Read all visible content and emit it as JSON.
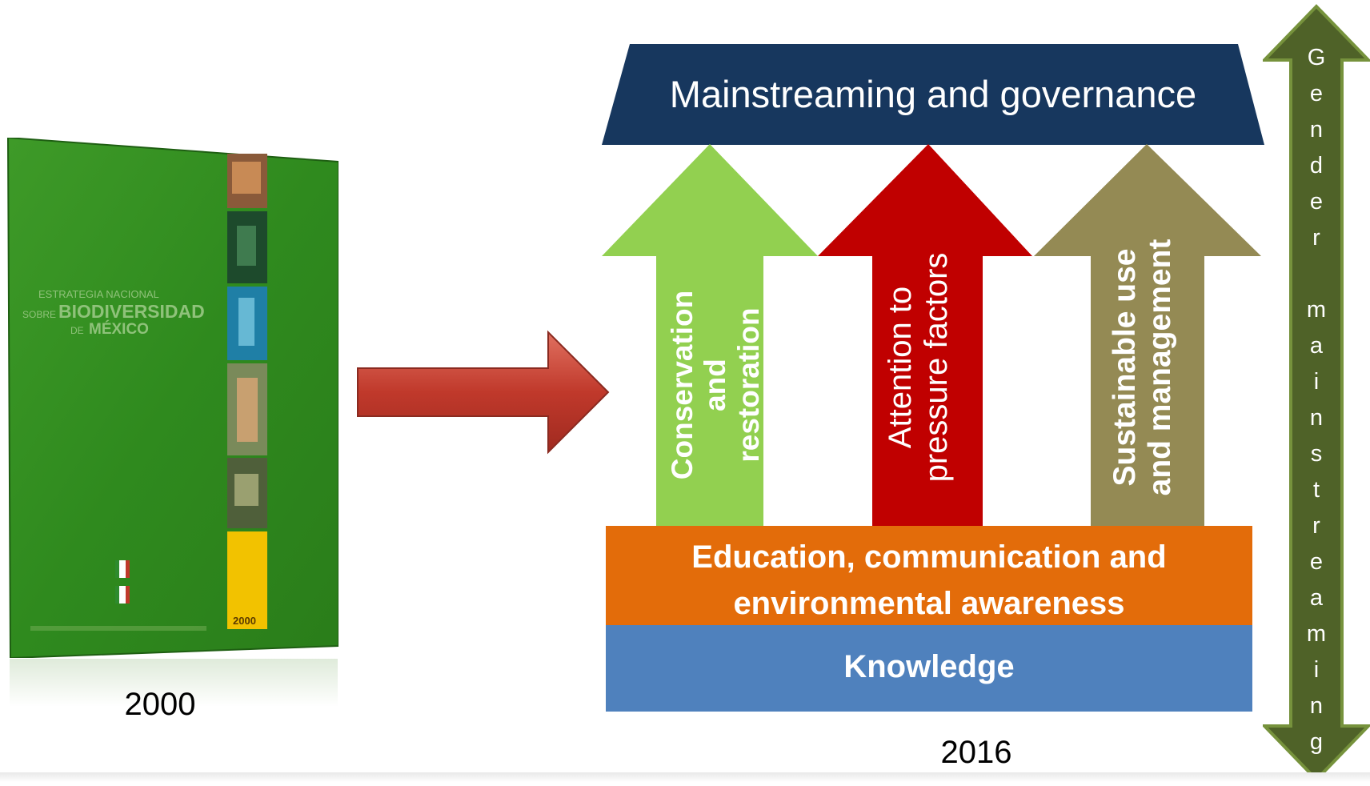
{
  "cover": {
    "title_line1": "ESTRATEGIA NACIONAL",
    "title_line2_prefix": "SOBRE",
    "title_line2": "BIODIVERSIDAD",
    "title_line3_prefix": "DE",
    "title_line3": "MÉXICO",
    "year_badge": "2000"
  },
  "year_left": "2000",
  "year_right": "2016",
  "banner": {
    "label": "Mainstreaming and governance",
    "color": "#17375e"
  },
  "pillars": [
    {
      "line1": "Conservation and",
      "line2": "restoration",
      "color": "#92d050"
    },
    {
      "line1": "Attention to",
      "line2": "pressure factors",
      "color": "#c00000"
    },
    {
      "line1": "Sustainable use",
      "line2": "and management",
      "color": "#948a54"
    }
  ],
  "bands": {
    "education": {
      "line1": "Education, communication and",
      "line2": "environmental awareness",
      "color": "#e36c0a"
    },
    "knowledge": {
      "label": "Knowledge",
      "color": "#4f81bd"
    }
  },
  "transition_arrow": {
    "color": "#c0392b",
    "icon": "right-arrow-icon"
  },
  "gender_arrow": {
    "label": "Gender mainstreaming",
    "letters": [
      "G",
      "e",
      "n",
      "d",
      "e",
      "r",
      " ",
      "m",
      "a",
      "i",
      "n",
      "s",
      "t",
      "r",
      "e",
      "a",
      "m",
      "i",
      "n",
      "g"
    ],
    "color": "#4f6228"
  }
}
